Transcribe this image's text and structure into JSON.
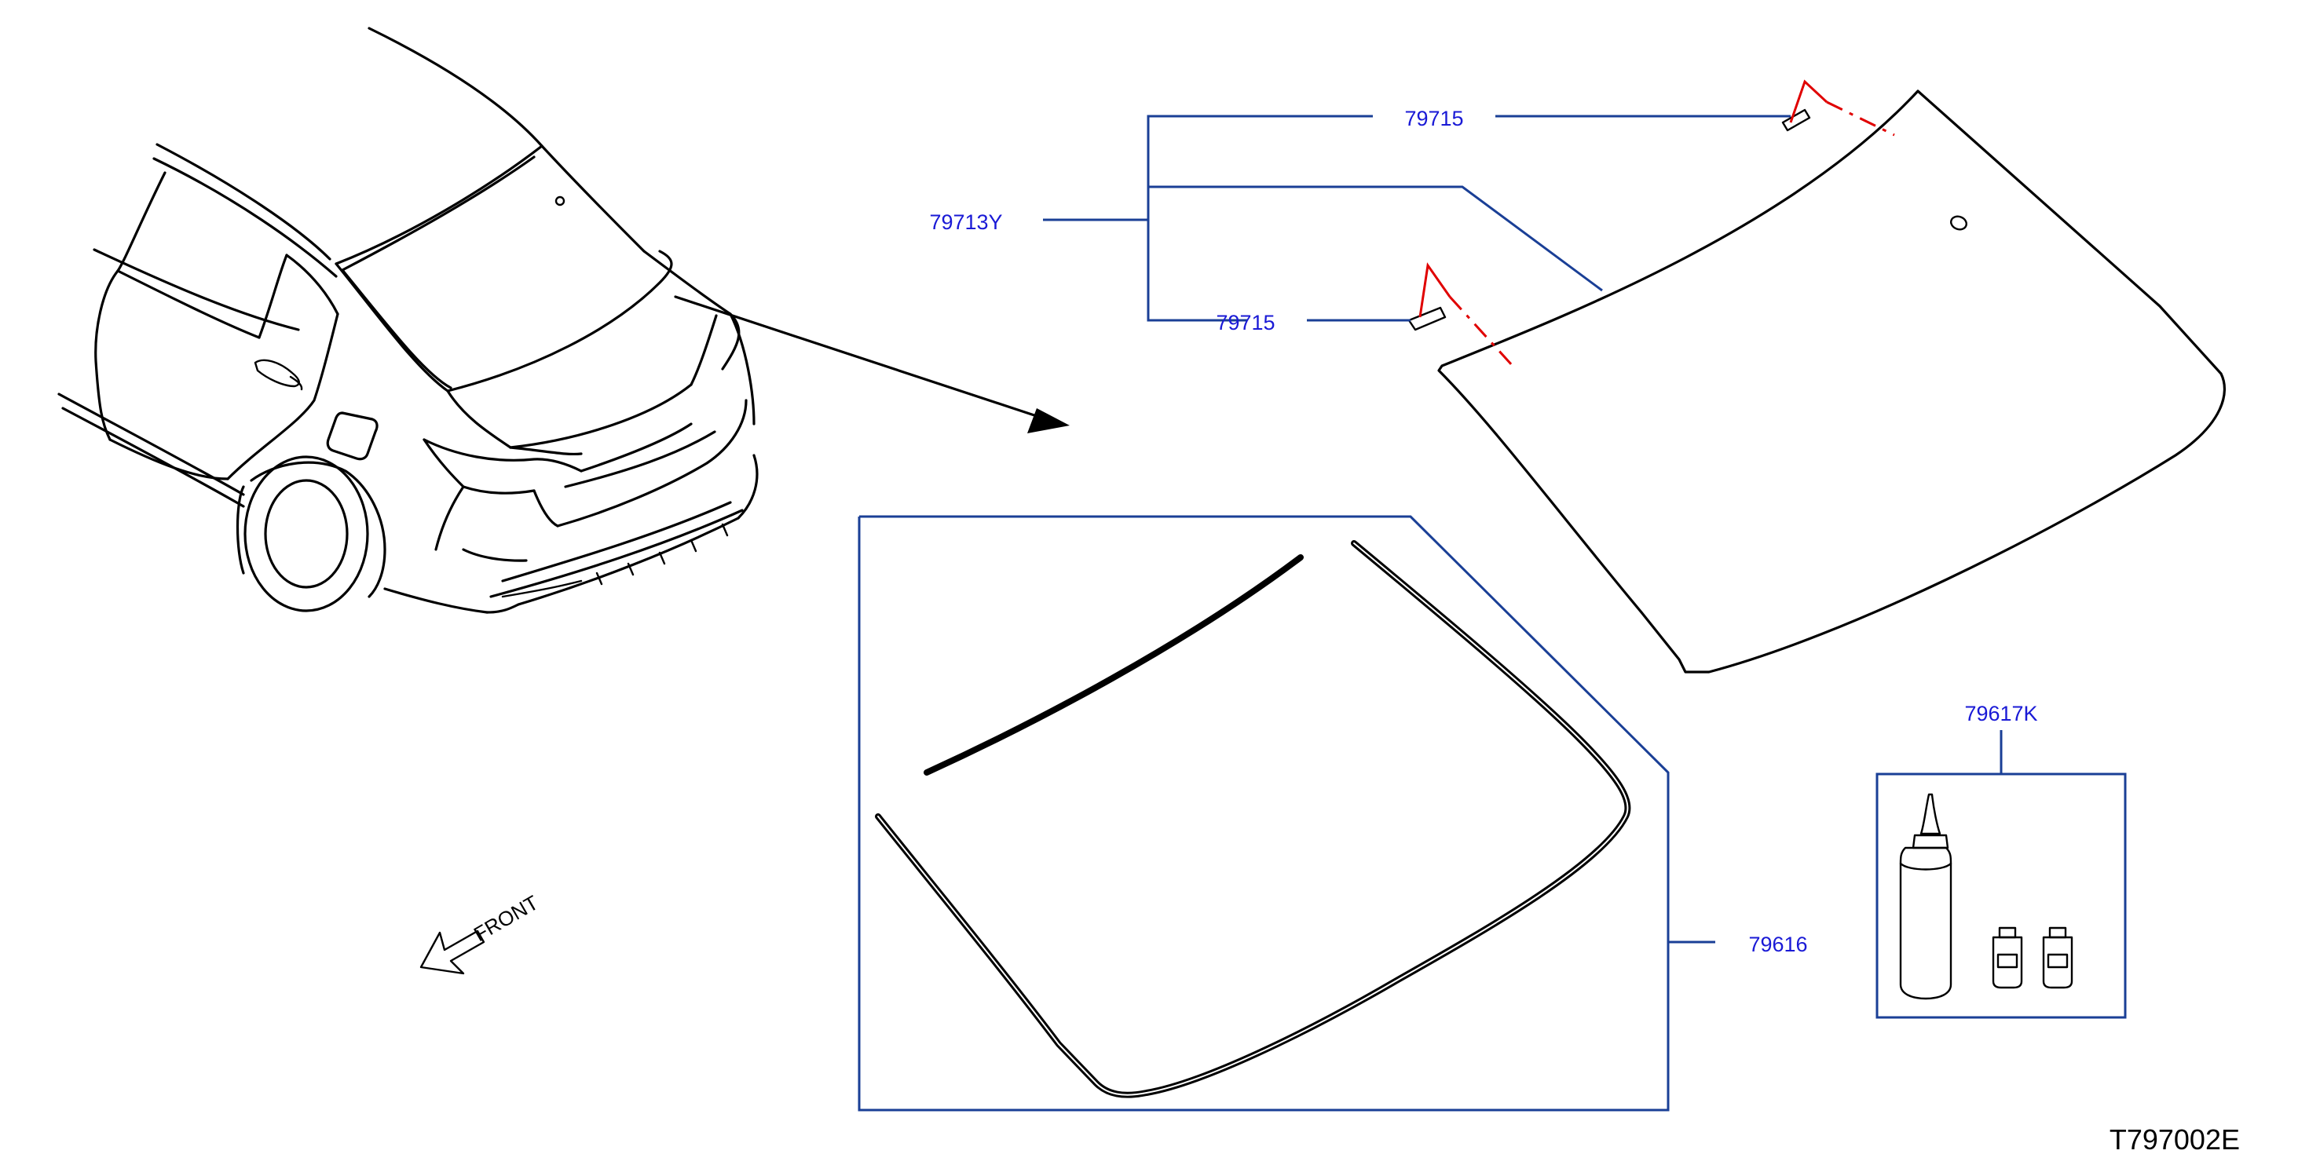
{
  "callouts": {
    "clip_upper": "79715",
    "glass_assembly": "79713Y",
    "clip_lower": "79715",
    "moulding": "79616",
    "adhesive_kit": "79617K"
  },
  "direction_label": "FRONT",
  "diagram_ref": "T797002E",
  "colors": {
    "leader_line": "#1a3f96",
    "callout_text": "#1a1ad6",
    "locator_dash": "#e00000",
    "ink": "#000000"
  }
}
